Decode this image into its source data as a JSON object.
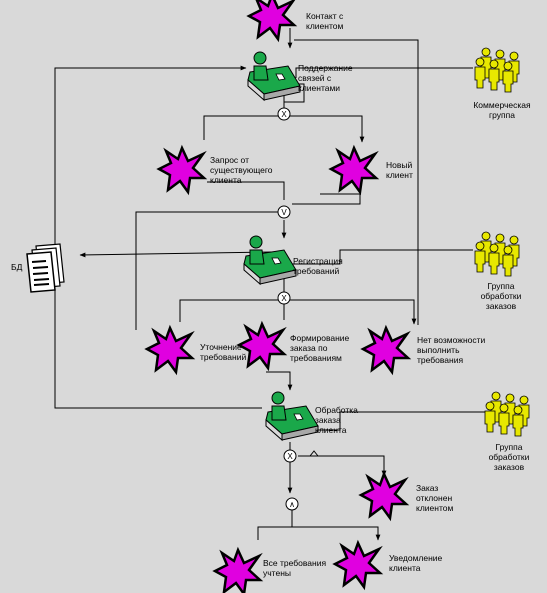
{
  "events": {
    "contact": "Контакт с\nклиентом",
    "request_existing": "Запрос от\nсуществующего\nклиента",
    "new_client": "Новый\nклиент",
    "clarification": "Уточнение\nтребований",
    "order_formed": "Формирование\nзаказа по\nтребованиям",
    "cannot_fulfill": "Нет возможности\nвыполнить\nтребования",
    "order_rejected": "Заказ\nотклонен\nклиентом",
    "all_met": "Все требования\nучтены",
    "client_notice": "Уведомление\nклиента"
  },
  "functions": {
    "maintain": "Поддержание\nсвязей с\nклиентами",
    "registration": "Регистрация\nтребований",
    "processing": "Обработка\nзаказа\nклиента"
  },
  "org_units": {
    "commercial": "Коммерческая\nгруппа",
    "order_group_1": "Группа\nобработки\nзаказов",
    "order_group_2": "Группа\nобработки\nзаказов"
  },
  "document": {
    "db": "БД"
  },
  "connectors": {
    "xor": "X",
    "or": "V",
    "and": "∧"
  },
  "colors": {
    "event_fill": "#e000e0",
    "function_fill": "#1aa84a",
    "org_fill": "#e8e800",
    "background": "#d9d9d9"
  }
}
